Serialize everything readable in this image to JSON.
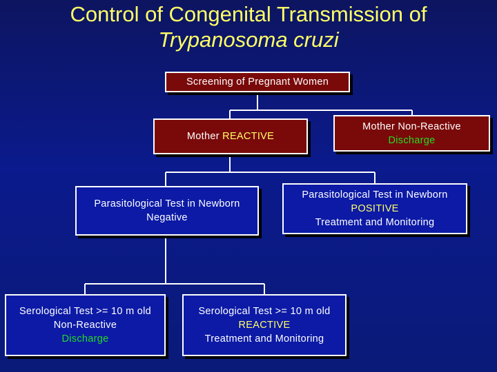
{
  "title": {
    "line1": "Control of Congenital Transmission of",
    "line2": "Trypanosoma cruzi"
  },
  "boxes": {
    "screening": {
      "text": "Screening of Pregnant Women"
    },
    "reactive": {
      "prefix": "Mother ",
      "highlight": "REACTIVE"
    },
    "non_reactive": {
      "line1": "Mother Non-Reactive",
      "line2": "Discharge"
    },
    "parasito_negative": {
      "line1": "Parasitological Test in Newborn",
      "line2": "Negative"
    },
    "parasito_positive": {
      "line1": "Parasitological Test in Newborn",
      "line2": "POSITIVE",
      "line3": "Treatment and Monitoring"
    },
    "sero_nonreactive": {
      "line1": "Serological Test >= 10 m old",
      "line2": "Non-Reactive",
      "line3": "Discharge"
    },
    "sero_reactive": {
      "line1": "Serological Test >= 10 m old",
      "line2": "REACTIVE",
      "line3": "Treatment and Monitoring"
    }
  },
  "colors": {
    "title": "#ffff66",
    "red_box": "#7a0a0a",
    "blue_box": "#0c1aa6",
    "highlight_yellow": "#ffff66",
    "highlight_green": "#22dd22"
  }
}
